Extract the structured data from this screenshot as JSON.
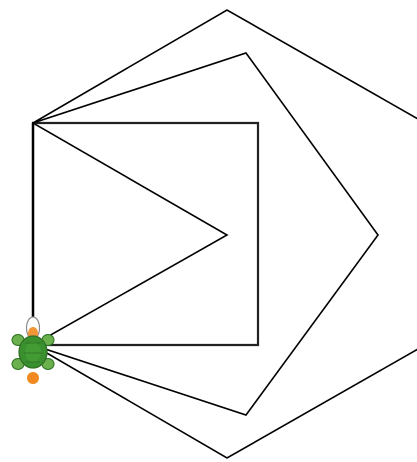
{
  "drawing": {
    "shapes": [
      {
        "name": "triangle",
        "sides": 3
      },
      {
        "name": "square",
        "sides": 4
      },
      {
        "name": "pentagon",
        "sides": 5
      },
      {
        "name": "hexagon",
        "sides": 6
      }
    ]
  },
  "turtle": {
    "icon": "turtle-icon",
    "colors": {
      "shell": "#3a8f2e",
      "shell_dark": "#2f6f25",
      "skin": "#6ab04c",
      "tail": "#f0891f"
    }
  },
  "colors": {
    "background": "#ffffff",
    "line": "#000000"
  }
}
